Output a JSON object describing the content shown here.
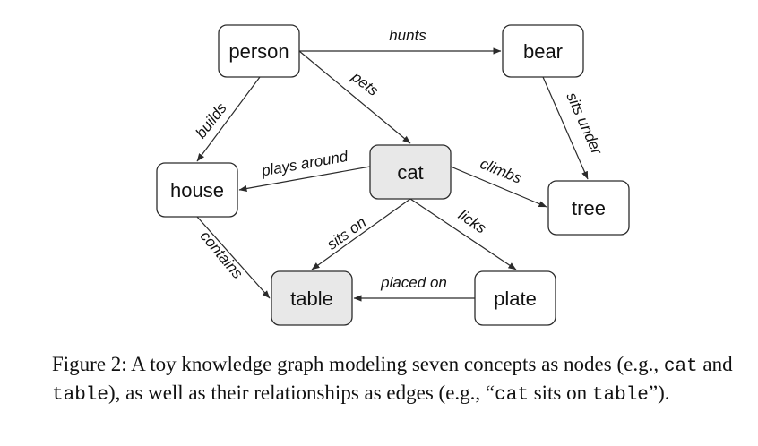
{
  "diagram": {
    "nodes": [
      {
        "id": "person",
        "label": "person",
        "highlighted": false
      },
      {
        "id": "bear",
        "label": "bear",
        "highlighted": false
      },
      {
        "id": "house",
        "label": "house",
        "highlighted": false
      },
      {
        "id": "cat",
        "label": "cat",
        "highlighted": true
      },
      {
        "id": "tree",
        "label": "tree",
        "highlighted": false
      },
      {
        "id": "table",
        "label": "table",
        "highlighted": true
      },
      {
        "id": "plate",
        "label": "plate",
        "highlighted": false
      }
    ],
    "edges": [
      {
        "id": "hunts",
        "source": "person",
        "target": "bear",
        "label": "hunts"
      },
      {
        "id": "pets",
        "source": "person",
        "target": "cat",
        "label": "pets"
      },
      {
        "id": "builds",
        "source": "person",
        "target": "house",
        "label": "builds"
      },
      {
        "id": "sits-under",
        "source": "bear",
        "target": "tree",
        "label": "sits under"
      },
      {
        "id": "plays-around",
        "source": "cat",
        "target": "house",
        "label": "plays around"
      },
      {
        "id": "climbs",
        "source": "cat",
        "target": "tree",
        "label": "climbs"
      },
      {
        "id": "sits-on",
        "source": "cat",
        "target": "table",
        "label": "sits on"
      },
      {
        "id": "licks",
        "source": "cat",
        "target": "plate",
        "label": "licks"
      },
      {
        "id": "contains",
        "source": "house",
        "target": "table",
        "label": "contains"
      },
      {
        "id": "placed-on",
        "source": "plate",
        "target": "table",
        "label": "placed on"
      }
    ],
    "colors": {
      "node_fill": "#ffffff",
      "highlight_fill": "#e8e8e8",
      "stroke": "#2b2b2b"
    }
  },
  "caption": {
    "prefix": "Figure 2: A toy knowledge graph modeling seven concepts as nodes (e.g., ",
    "code1": "cat",
    "and": " and ",
    "code2": "table",
    "middle": "), as well as their relationships as edges (e.g., “",
    "code3": "cat",
    "sits_on": " sits on ",
    "code4": "table",
    "suffix": "”)."
  }
}
